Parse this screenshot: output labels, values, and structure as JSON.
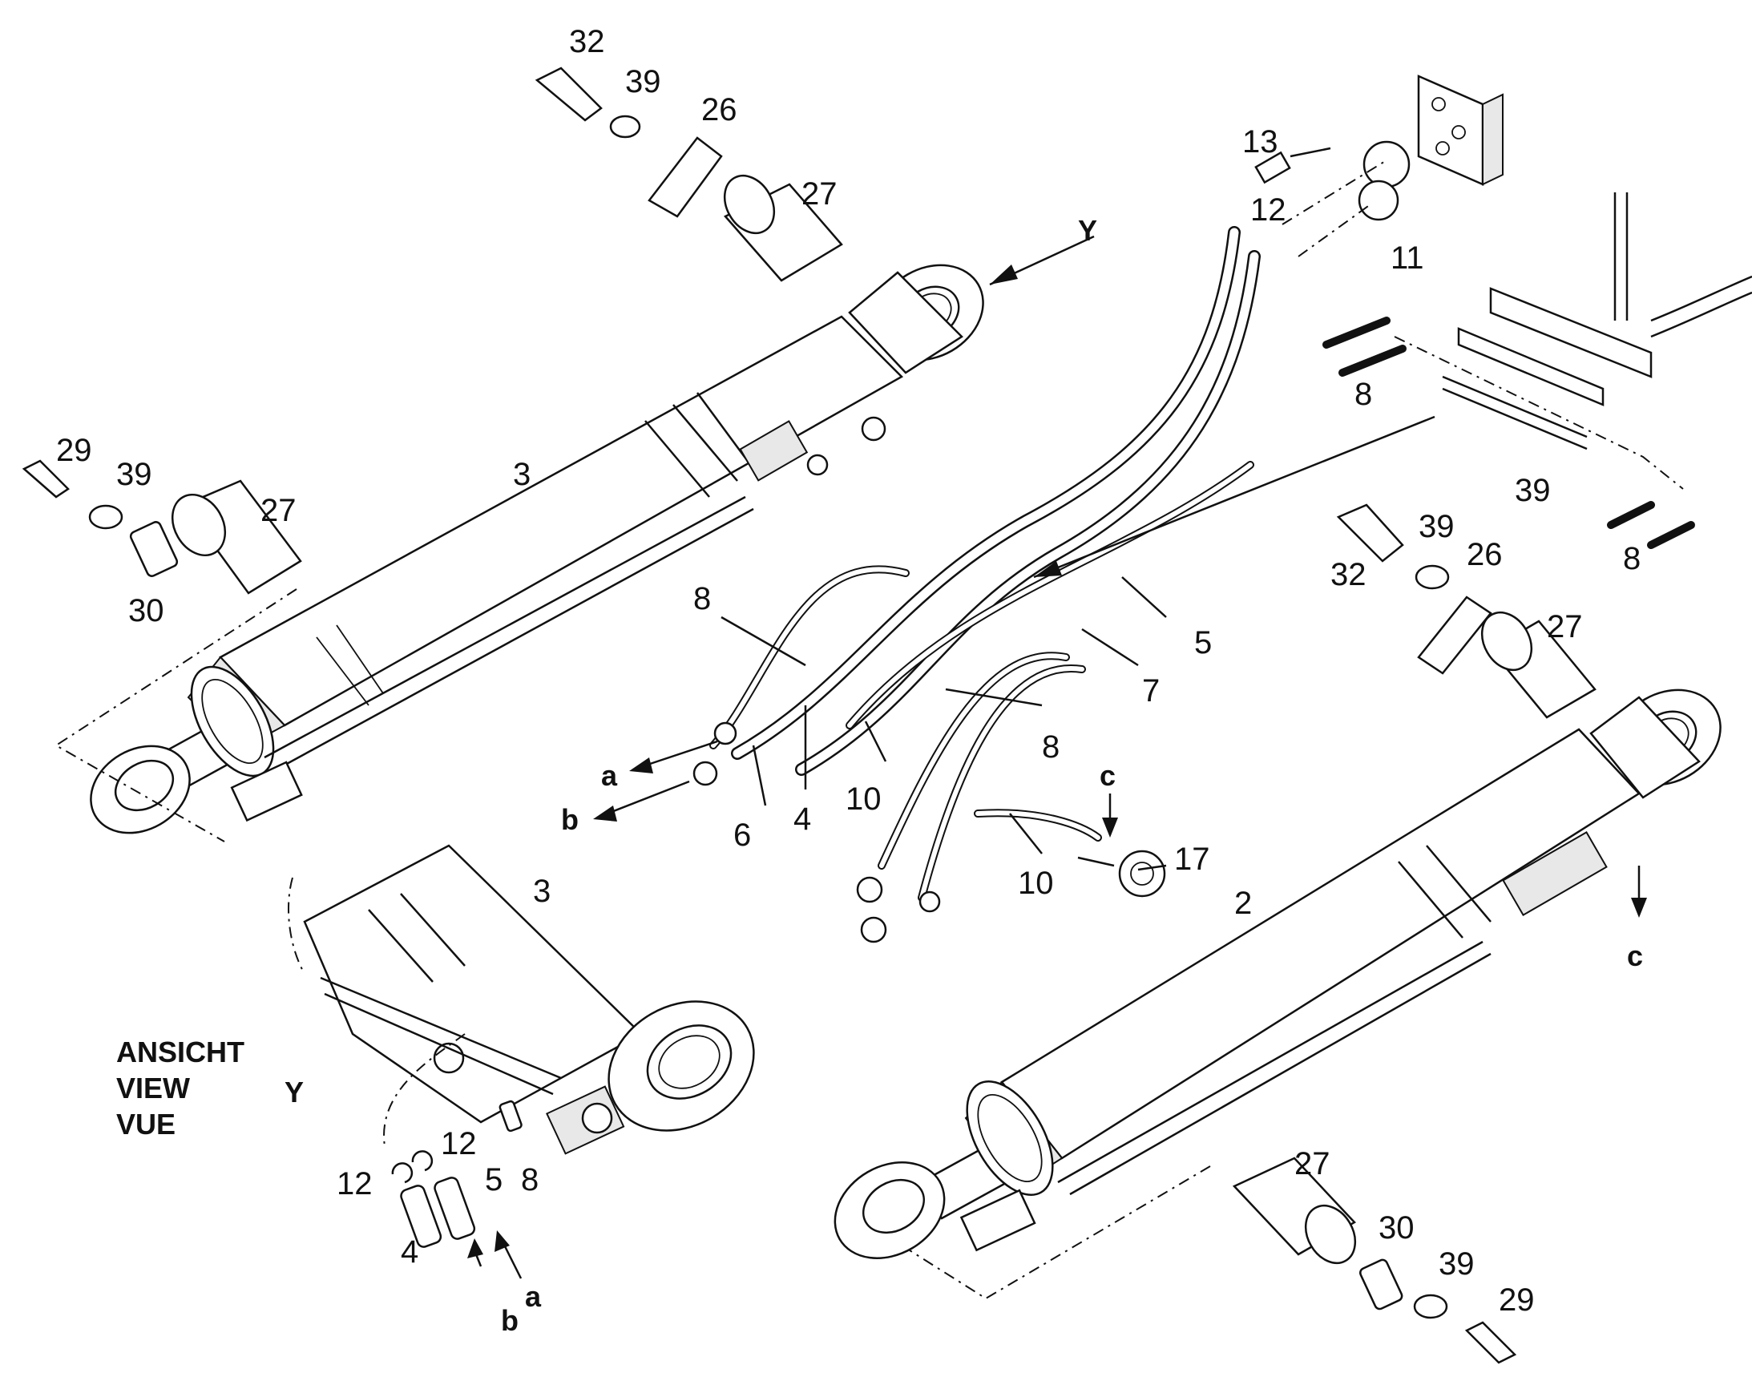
{
  "view_label": {
    "line1": "ANSICHT",
    "line2": "VIEW",
    "line3": "VUE",
    "view_letter": "Y"
  },
  "view_marker": "Y",
  "flow_letters": {
    "a": "a",
    "b": "b",
    "c": "c"
  },
  "callouts": {
    "p32_top": "32",
    "p39_top": "39",
    "p26_top": "26",
    "p27_top": "27",
    "p13": "13",
    "p12_top": "12",
    "p11": "11",
    "p8_valve": "8",
    "p39_right": "39",
    "p8_right": "8",
    "p29_left": "29",
    "p39_left": "39",
    "p27_left": "27",
    "p30_left": "30",
    "p3_upper": "3",
    "p32_right": "32",
    "p39_mid": "39",
    "p26_right": "26",
    "p27_right": "27",
    "p8_hose_left": "8",
    "p5_hose": "5",
    "p7_hose": "7",
    "p8_hose_mid": "8",
    "p10_hose": "10",
    "p4_hose": "4",
    "p6_hose": "6",
    "p17": "17",
    "p10_lower": "10",
    "p3_lower": "3",
    "p2": "2",
    "p12_view_a": "12",
    "p12_view_b": "12",
    "p5_view": "5",
    "p8_view": "8",
    "p4_view": "4",
    "p27_bottom": "27",
    "p30_bottom": "30",
    "p39_bottom": "39",
    "p29_bottom": "29"
  }
}
